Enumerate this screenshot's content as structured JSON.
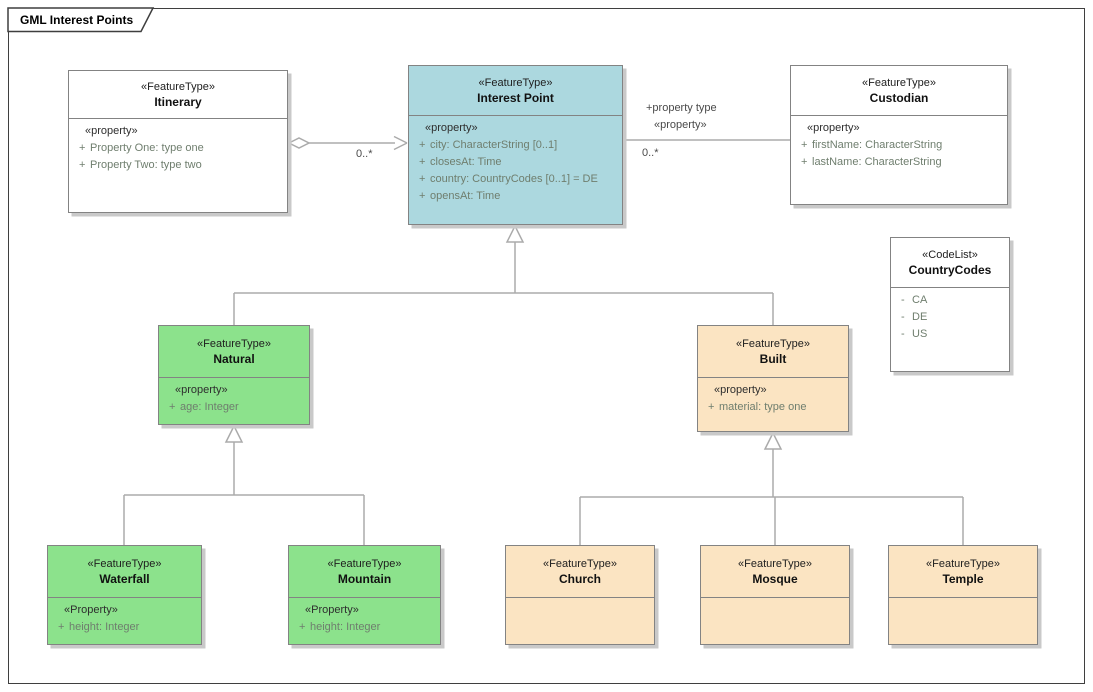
{
  "diagram": {
    "title": "GML Interest Points"
  },
  "colors": {
    "interest_point_fill": "#acd8df",
    "natural_fill": "#8ce28c",
    "built_fill": "#fbe4c2",
    "plain_fill": "#ffffff",
    "box_border": "#838383",
    "connector_line": "#ababab",
    "attribute_text": "#6f7e6e",
    "shadow": "#c9c9c9"
  },
  "classes": {
    "itinerary": {
      "stereotype": "«FeatureType»",
      "name": "Itinerary",
      "compartment_label": "«property»",
      "attributes": [
        {
          "visibility": "+",
          "text": "Property One: type one"
        },
        {
          "visibility": "+",
          "text": "Property Two: type two"
        }
      ]
    },
    "interest_point": {
      "stereotype": "«FeatureType»",
      "name": "Interest Point",
      "compartment_label": "«property»",
      "attributes": [
        {
          "visibility": "+",
          "text": "city: CharacterString [0..1]"
        },
        {
          "visibility": "+",
          "text": "closesAt: Time"
        },
        {
          "visibility": "+",
          "text": "country: CountryCodes [0..1] = DE"
        },
        {
          "visibility": "+",
          "text": "opensAt: Time"
        }
      ]
    },
    "custodian": {
      "stereotype": "«FeatureType»",
      "name": "Custodian",
      "compartment_label": "«property»",
      "attributes": [
        {
          "visibility": "+",
          "text": "firstName: CharacterString"
        },
        {
          "visibility": "+",
          "text": "lastName: CharacterString"
        }
      ]
    },
    "country_codes": {
      "stereotype": "«CodeList»",
      "name": "CountryCodes",
      "attributes": [
        {
          "visibility": "-",
          "text": "CA"
        },
        {
          "visibility": "-",
          "text": "DE"
        },
        {
          "visibility": "-",
          "text": "US"
        }
      ]
    },
    "natural": {
      "stereotype": "«FeatureType»",
      "name": "Natural",
      "compartment_label": "«property»",
      "attributes": [
        {
          "visibility": "+",
          "text": "age: Integer"
        }
      ]
    },
    "built": {
      "stereotype": "«FeatureType»",
      "name": "Built",
      "compartment_label": "«property»",
      "attributes": [
        {
          "visibility": "+",
          "text": "material: type one"
        }
      ]
    },
    "waterfall": {
      "stereotype": "«FeatureType»",
      "name": "Waterfall",
      "compartment_label": "«Property»",
      "attributes": [
        {
          "visibility": "+",
          "text": "height: Integer"
        }
      ]
    },
    "mountain": {
      "stereotype": "«FeatureType»",
      "name": "Mountain",
      "compartment_label": "«Property»",
      "attributes": [
        {
          "visibility": "+",
          "text": "height: Integer"
        }
      ]
    },
    "church": {
      "stereotype": "«FeatureType»",
      "name": "Church"
    },
    "mosque": {
      "stereotype": "«FeatureType»",
      "name": "Mosque"
    },
    "temple": {
      "stereotype": "«FeatureType»",
      "name": "Temple"
    }
  },
  "connectors": {
    "itinerary_aggregation": {
      "multiplicity": "0..*"
    },
    "custodian_association": {
      "role_name": "+property type",
      "stereotype": "«property»",
      "multiplicity": "0..*"
    }
  }
}
